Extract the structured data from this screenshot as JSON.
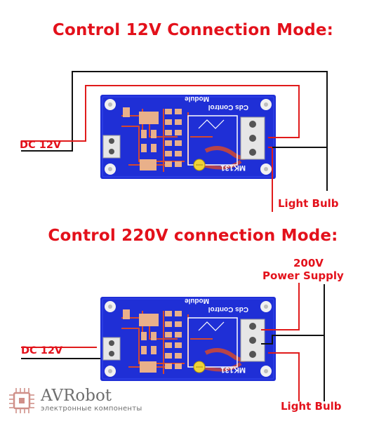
{
  "section1": {
    "title": "Control 12V Connection Mode:",
    "dc_label": "DC 12V",
    "output_label": "Light Bulb"
  },
  "section2": {
    "title": "Control 220V connection Mode:",
    "supply_label_line1": "200V",
    "supply_label_line2": "Power Supply",
    "dc_label": "DC 12V",
    "output_label": "Light Bulb"
  },
  "board": {
    "silkscreen_line1": "Cds Control",
    "silkscreen_line2": "Module",
    "model_text": "MK131"
  },
  "watermark": {
    "brand": "AVRobot",
    "tagline": "электронные компоненты"
  },
  "colors": {
    "title_red": "#e3111b",
    "board_blue": "#1f2fd6",
    "wire_black": "#111111",
    "wire_red": "#e01b1b"
  }
}
